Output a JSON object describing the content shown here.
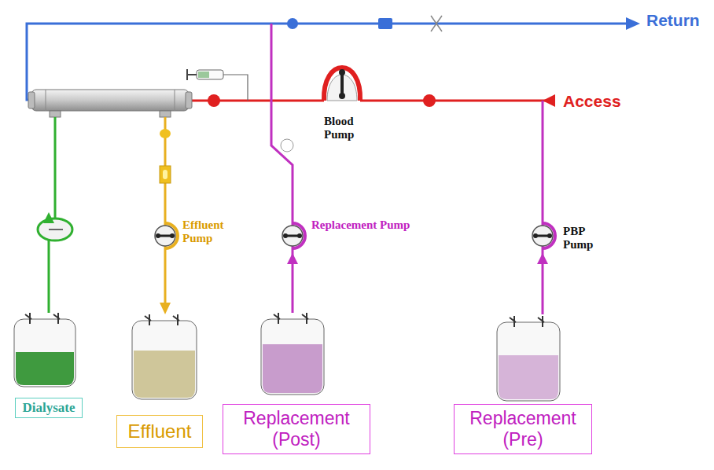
{
  "diagram": {
    "nodes": [
      {
        "text": [
          "Dialysate"
        ]
      },
      {
        "text": [
          "Effluent"
        ]
      },
      {
        "text": [
          "Replacement (Post)"
        ]
      },
      {
        "text": [
          "Replacement (Pre)"
        ]
      }
    ],
    "labels": [
      "Return",
      "Access",
      "Blood Pump",
      "Effluent Pump",
      "Replacement Pump",
      "PBP Pump"
    ]
  }
}
